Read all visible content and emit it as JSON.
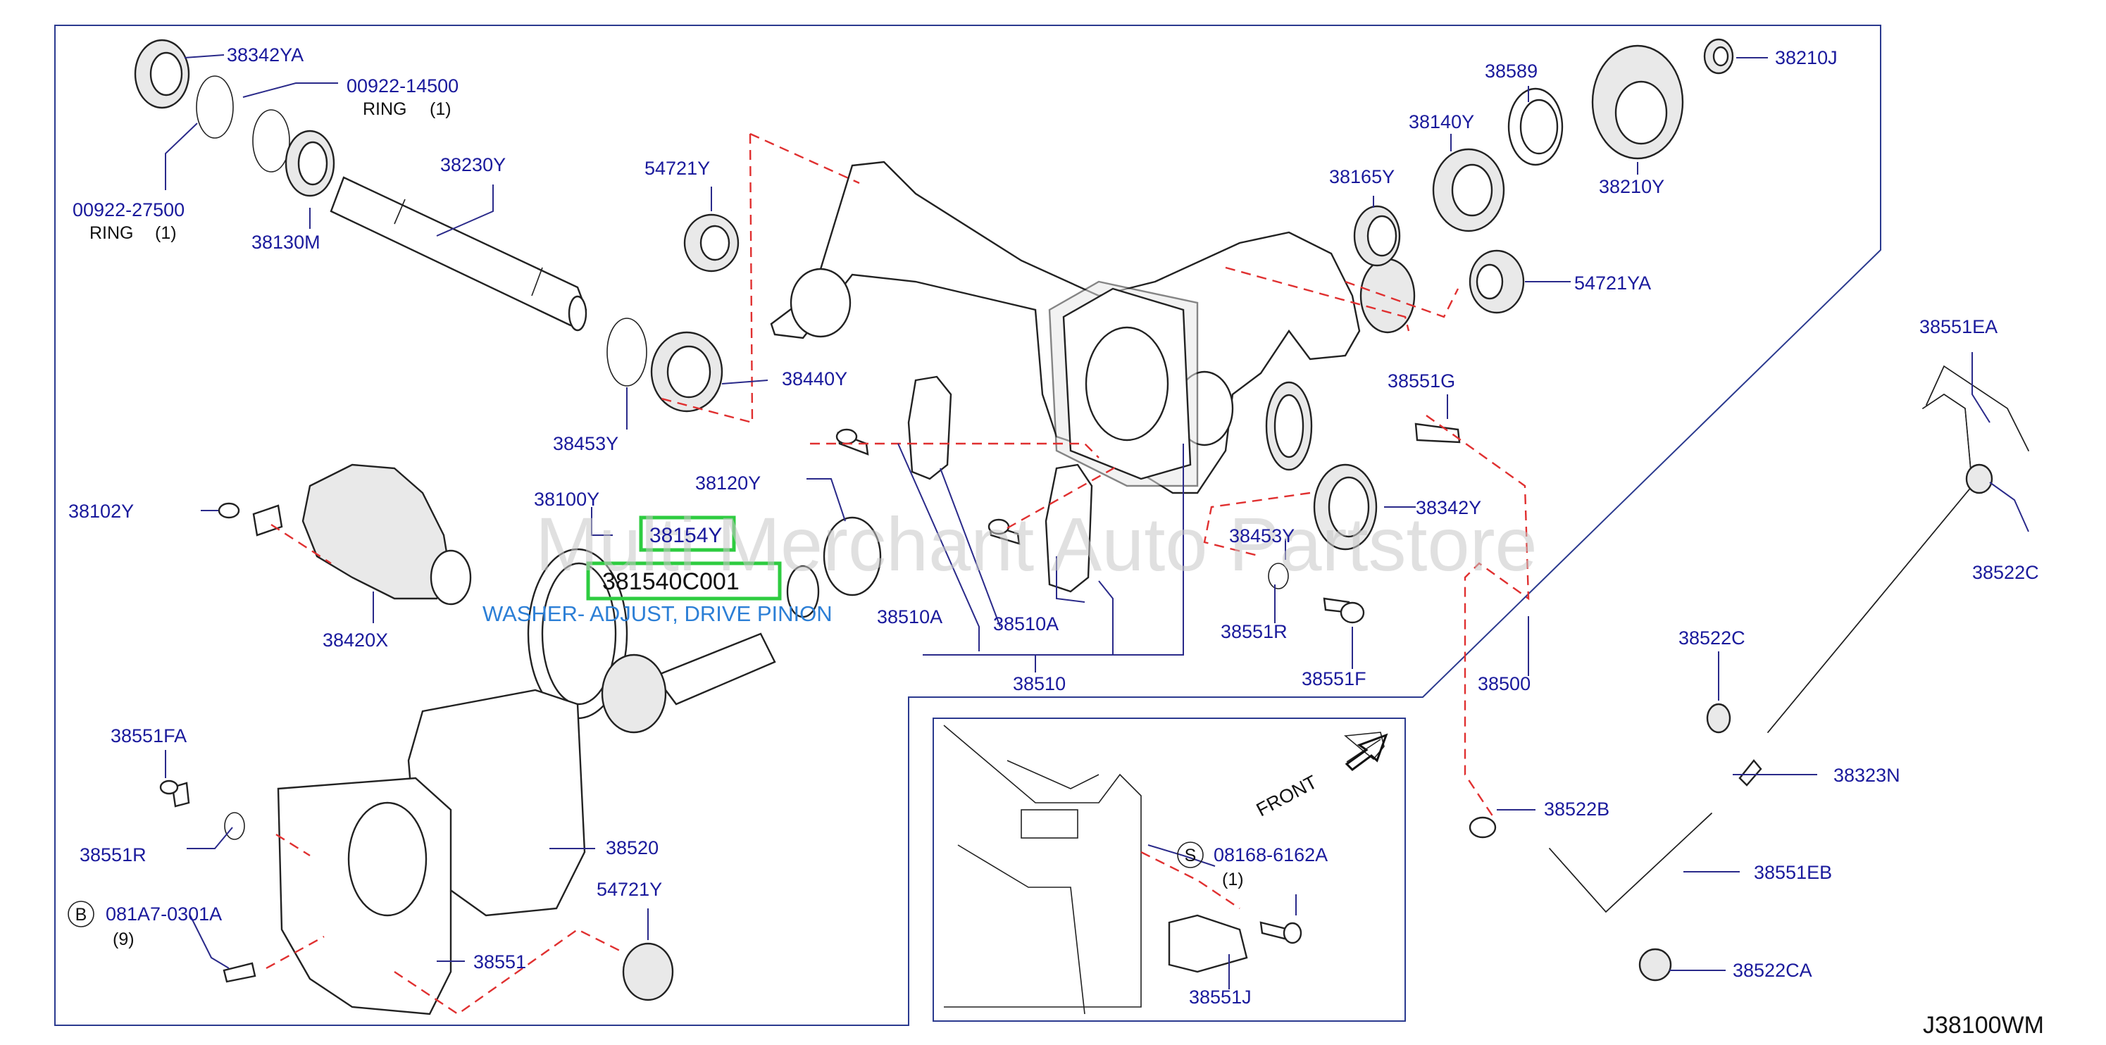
{
  "diagram_code": "J38100WM",
  "watermark": "Multi Merchant Auto Partstore",
  "highlight": {
    "part_number": "38154Y",
    "catalog_number": "381540C001",
    "description": "WASHER- ADJUST, DRIVE PINION",
    "color": "#2ecc40"
  },
  "inset": {
    "direction_label": "FRONT"
  },
  "labels": {
    "p38342YA": "38342YA",
    "p00922_14500": "00922-14500",
    "ring1": "RING",
    "qty1": "(1)",
    "p00922_27500": "00922-27500",
    "ring2": "RING",
    "qty2": "(1)",
    "p38230Y": "38230Y",
    "p38130M": "38130M",
    "p54721Y_top": "54721Y",
    "p38589": "38589",
    "p38210J": "38210J",
    "p38140Y": "38140Y",
    "p38165Y": "38165Y",
    "p38210Y": "38210Y",
    "p54721YA": "54721YA",
    "p38453Y_a": "38453Y",
    "p38440Y": "38440Y",
    "p38551EA": "38551EA",
    "p38551G": "38551G",
    "p38120Y": "38120Y",
    "p38102Y": "38102Y",
    "p38100Y": "38100Y",
    "p38342Y": "38342Y",
    "p38522C_a": "38522C",
    "p38453Y_b": "38453Y",
    "p38510A_a": "38510A",
    "p38510A_b": "38510A",
    "p38420X": "38420X",
    "p38551R_a": "38551R",
    "p38551F": "38551F",
    "p38510": "38510",
    "p38500": "38500",
    "p38522C_b": "38522C",
    "p38551FA": "38551FA",
    "p38323N": "38323N",
    "p38522B": "38522B",
    "p38551R_b": "38551R",
    "p38520": "38520",
    "p38551EB": "38551EB",
    "bolt_s_mark": "S",
    "p08168_6162A": "08168-6162A",
    "qty_s": "(1)",
    "bolt_b_mark": "B",
    "p081A7_0301A": "081A7-0301A",
    "qty_b": "(9)",
    "p54721Y_bot": "54721Y",
    "p38551": "38551",
    "p38522CA": "38522CA",
    "p38551J": "38551J"
  }
}
